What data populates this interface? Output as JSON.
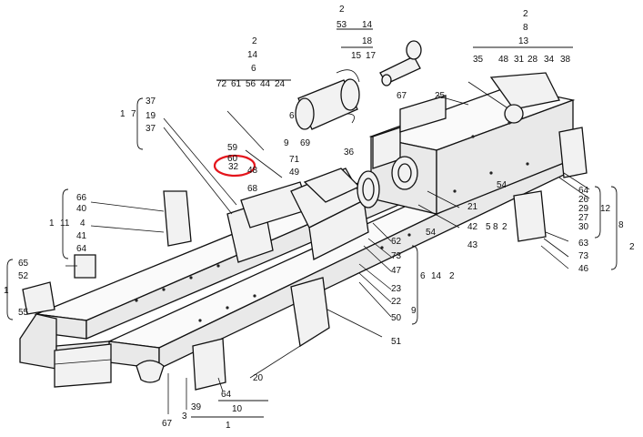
{
  "diagram": {
    "highlight_color": "#e4141b",
    "line_color": "#111111",
    "callouts": [
      {
        "id": "c53",
        "text": "53"
      },
      {
        "id": "c2a",
        "text": "2"
      },
      {
        "id": "c14a",
        "text": "14"
      },
      {
        "id": "c18",
        "text": "18"
      },
      {
        "id": "c15",
        "text": "15"
      },
      {
        "id": "c17",
        "text": "17"
      },
      {
        "id": "c2b",
        "text": "2"
      },
      {
        "id": "c8a",
        "text": "8"
      },
      {
        "id": "c13",
        "text": "13"
      },
      {
        "id": "c35",
        "text": "35"
      },
      {
        "id": "c48a",
        "text": "48"
      },
      {
        "id": "c31",
        "text": "31"
      },
      {
        "id": "c28",
        "text": "28"
      },
      {
        "id": "c34",
        "text": "34"
      },
      {
        "id": "c38",
        "text": "38"
      },
      {
        "id": "c2c",
        "text": "2"
      },
      {
        "id": "c14b",
        "text": "14"
      },
      {
        "id": "c6a",
        "text": "6"
      },
      {
        "id": "c72",
        "text": "72"
      },
      {
        "id": "c61",
        "text": "61"
      },
      {
        "id": "c56",
        "text": "56"
      },
      {
        "id": "c44",
        "text": "44"
      },
      {
        "id": "c24",
        "text": "24"
      },
      {
        "id": "c67a",
        "text": "67"
      },
      {
        "id": "c25",
        "text": "25"
      },
      {
        "id": "c1a",
        "text": "1"
      },
      {
        "id": "c7",
        "text": "7"
      },
      {
        "id": "c37a",
        "text": "37"
      },
      {
        "id": "c19",
        "text": "19"
      },
      {
        "id": "c37b",
        "text": "37"
      },
      {
        "id": "c6b",
        "text": "6"
      },
      {
        "id": "c9a",
        "text": "9"
      },
      {
        "id": "c59",
        "text": "59"
      },
      {
        "id": "c60",
        "text": "60"
      },
      {
        "id": "c32",
        "text": "32"
      },
      {
        "id": "c69",
        "text": "69"
      },
      {
        "id": "c71",
        "text": "71"
      },
      {
        "id": "c49",
        "text": "49"
      },
      {
        "id": "c36",
        "text": "36"
      },
      {
        "id": "c48b",
        "text": "48"
      },
      {
        "id": "c68",
        "text": "68"
      },
      {
        "id": "c66",
        "text": "66"
      },
      {
        "id": "c40",
        "text": "40"
      },
      {
        "id": "c1b",
        "text": "1"
      },
      {
        "id": "c11",
        "text": "11"
      },
      {
        "id": "c4",
        "text": "4"
      },
      {
        "id": "c41",
        "text": "41"
      },
      {
        "id": "c64a",
        "text": "64"
      },
      {
        "id": "c64b",
        "text": "64"
      },
      {
        "id": "c26",
        "text": "26"
      },
      {
        "id": "c29",
        "text": "29"
      },
      {
        "id": "c27",
        "text": "27"
      },
      {
        "id": "c30",
        "text": "30"
      },
      {
        "id": "c12",
        "text": "12"
      },
      {
        "id": "c8b",
        "text": "8"
      },
      {
        "id": "c2d",
        "text": "2"
      },
      {
        "id": "c21",
        "text": "21"
      },
      {
        "id": "c42",
        "text": "42"
      },
      {
        "id": "c5",
        "text": "5"
      },
      {
        "id": "c8c",
        "text": "8"
      },
      {
        "id": "c2e",
        "text": "2"
      },
      {
        "id": "c43",
        "text": "43"
      },
      {
        "id": "c54a",
        "text": "54"
      },
      {
        "id": "c54b",
        "text": "54"
      },
      {
        "id": "c63",
        "text": "63"
      },
      {
        "id": "c73a",
        "text": "73"
      },
      {
        "id": "c46",
        "text": "46"
      },
      {
        "id": "c62",
        "text": "62"
      },
      {
        "id": "c73b",
        "text": "73"
      },
      {
        "id": "c47",
        "text": "47"
      },
      {
        "id": "c6c",
        "text": "6"
      },
      {
        "id": "c14c",
        "text": "14"
      },
      {
        "id": "c2f",
        "text": "2"
      },
      {
        "id": "c23",
        "text": "23"
      },
      {
        "id": "c22",
        "text": "22"
      },
      {
        "id": "c50",
        "text": "50"
      },
      {
        "id": "c9b",
        "text": "9"
      },
      {
        "id": "c65",
        "text": "65"
      },
      {
        "id": "c52",
        "text": "52"
      },
      {
        "id": "c1c",
        "text": "1"
      },
      {
        "id": "c55",
        "text": "55"
      },
      {
        "id": "c51",
        "text": "51"
      },
      {
        "id": "c20",
        "text": "20"
      },
      {
        "id": "c64c",
        "text": "64"
      },
      {
        "id": "c10",
        "text": "10"
      },
      {
        "id": "c67b",
        "text": "67"
      },
      {
        "id": "c3",
        "text": "3"
      },
      {
        "id": "c39",
        "text": "39"
      },
      {
        "id": "c1d",
        "text": "1"
      }
    ]
  }
}
